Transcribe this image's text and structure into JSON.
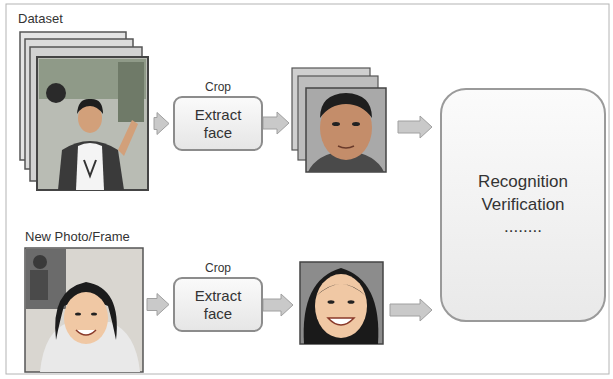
{
  "diagram": {
    "nodes": [
      {
        "text": [
          "Dataset"
        ]
      },
      {
        "text": [
          "Crop",
          "Extract face"
        ]
      },
      {
        "text": [
          "New Photo/Frame"
        ]
      },
      {
        "text": [
          "Crop",
          "Extract face"
        ]
      },
      {
        "text": [
          "Recognition Verification",
          "........"
        ]
      }
    ],
    "edges": [
      {
        "from": 0,
        "to": 1,
        "arrow": "to"
      },
      {
        "from": 2,
        "to": 3,
        "arrow": "to"
      }
    ]
  }
}
